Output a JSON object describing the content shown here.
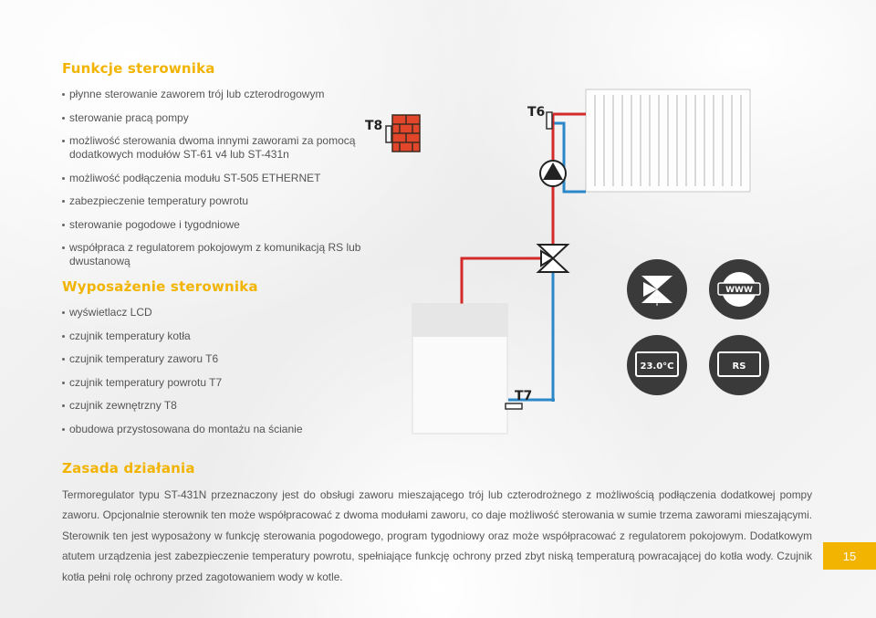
{
  "sections": {
    "functions": {
      "title": "Funkcje sterownika",
      "items": [
        "płynne sterowanie zaworem trój lub czterodrogowym",
        "sterowanie pracą pompy",
        "możliwość sterowania dwoma innymi zaworami za pomocą dodatkowych modułów ST-61 v4 lub ST-431n",
        "możliwość podłączenia modułu ST-505 ETHERNET",
        "zabezpieczenie temperatury powrotu",
        "sterowanie pogodowe i tygodniowe",
        "współpraca z regulatorem pokojowym z komunikacją RS lub dwustanową"
      ]
    },
    "equipment": {
      "title": "Wyposażenie sterownika",
      "items": [
        "wyświetlacz LCD",
        "czujnik temperatury kotła",
        "czujnik temperatury zaworu T6",
        "czujnik temperatury powrotu T7",
        "czujnik zewnętrzny T8",
        "obudowa przystosowana do montażu na ścianie"
      ]
    },
    "principle": {
      "title": "Zasada działania",
      "text": "Termoregulator typu ST-431N przeznaczony jest do obsługi zaworu mieszającego trój lub czterodrożnego z możliwością podłączenia dodatkowej pompy zaworu. Opcjonalnie sterownik ten może współpracować z dwoma modułami zaworu, co daje możliwość sterowania w sumie trzema zaworami mieszającymi. Sterownik ten jest wyposażony w funkcję sterowania pogodowego, program tygodniowy oraz może współpracować z regulatorem pokojowym. Dodatkowym atutem urządzenia jest zabezpieczenie temperatury powrotu, spełniające funkcję ochrony przed zbyt niską temperaturą powracającej do kotła wody. Czujnik kotła pełni rolę ochrony przed zagotowaniem wody w kotle."
    }
  },
  "diagram": {
    "labels": {
      "t8": "T8",
      "t6": "T6",
      "t7": "T7"
    },
    "badges": {
      "www": "WWW",
      "temp": "23.0°C",
      "rs": "RS"
    },
    "colors": {
      "supply": "#d42a2a",
      "return": "#2a88c8",
      "brick": "#e2462a",
      "badge": "#3a3a3a",
      "accent": "#f2b400"
    }
  },
  "page_number": "15"
}
